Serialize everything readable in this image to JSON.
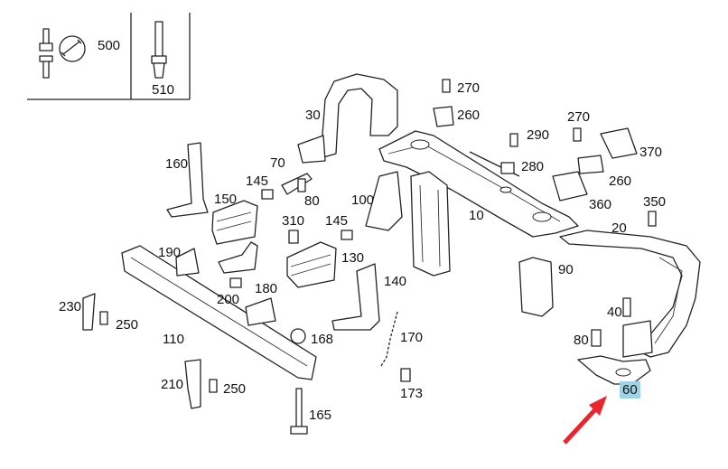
{
  "labels": {
    "l500": "500",
    "l510": "510",
    "l270a": "270",
    "l260a": "260",
    "l290": "290",
    "l270b": "270",
    "l370": "370",
    "l280": "280",
    "l260b": "260",
    "l360": "360",
    "l30": "30",
    "l160": "160",
    "l70": "70",
    "l145a": "145",
    "l80a": "80",
    "l150": "150",
    "l310": "310",
    "l145b": "145",
    "l100": "100",
    "l10": "10",
    "l350": "350",
    "l20": "20",
    "l130": "130",
    "l190": "190",
    "l90": "90",
    "l140": "140",
    "l200": "200",
    "l180": "180",
    "l230": "230",
    "l250a": "250",
    "l40": "40",
    "l170": "170",
    "l168": "168",
    "l110": "110",
    "l80b": "80",
    "l60": "60",
    "l210": "210",
    "l250b": "250",
    "l173": "173",
    "l165": "165"
  },
  "colors": {
    "highlight": "#9fd3e6",
    "arrow": "#e8262c",
    "line": "#222222"
  }
}
